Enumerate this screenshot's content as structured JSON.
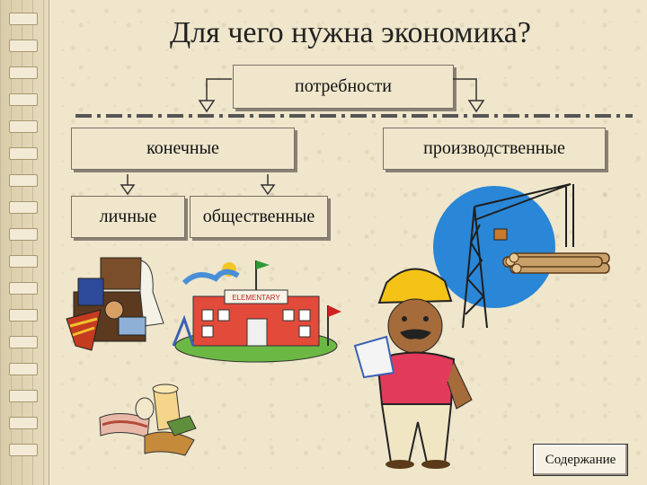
{
  "title": "Для чего нужна экономика?",
  "nodes": {
    "needs": "потребности",
    "final": "конечные",
    "production": "производственные",
    "personal": "личные",
    "public": "общественные"
  },
  "clipart": {
    "school_sign": "ELEMENTARY"
  },
  "nav": {
    "contents_label": "Содержание"
  }
}
